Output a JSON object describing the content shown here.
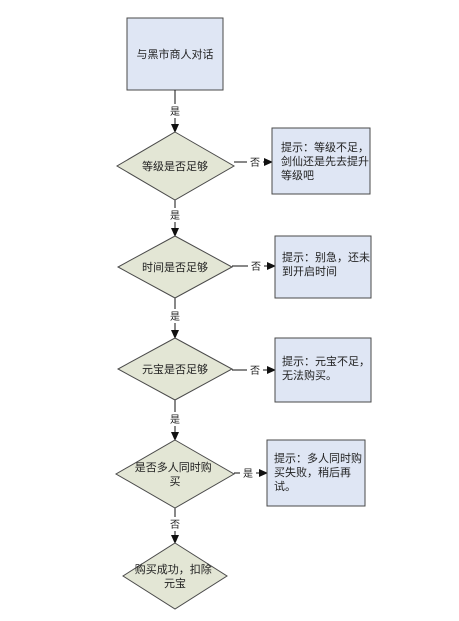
{
  "diagram": {
    "start": {
      "lines": [
        "与黑市商人对话"
      ]
    },
    "decisions": [
      {
        "lines": [
          "等级是否足够"
        ]
      },
      {
        "lines": [
          "时间是否足够"
        ]
      },
      {
        "lines": [
          "元宝是否足够"
        ]
      },
      {
        "lines": [
          "是否多人同时购",
          "买"
        ]
      },
      {
        "lines": [
          "购买成功，扣除",
          "元宝"
        ]
      }
    ],
    "notes": [
      {
        "lines": [
          "提示：等级不足，",
          "剑仙还是先去提升",
          "等级吧"
        ]
      },
      {
        "lines": [
          "提示：别急，还未",
          "到开启时间"
        ]
      },
      {
        "lines": [
          "提示：元宝不足，",
          "无法购买。"
        ]
      },
      {
        "lines": [
          "提示：多人同时购",
          "买失败，稍后再",
          "试。"
        ]
      }
    ],
    "edge_labels": {
      "down": [
        "是",
        "是",
        "是",
        "是",
        "否"
      ],
      "right": [
        "否",
        "否",
        "否",
        "是"
      ]
    }
  }
}
